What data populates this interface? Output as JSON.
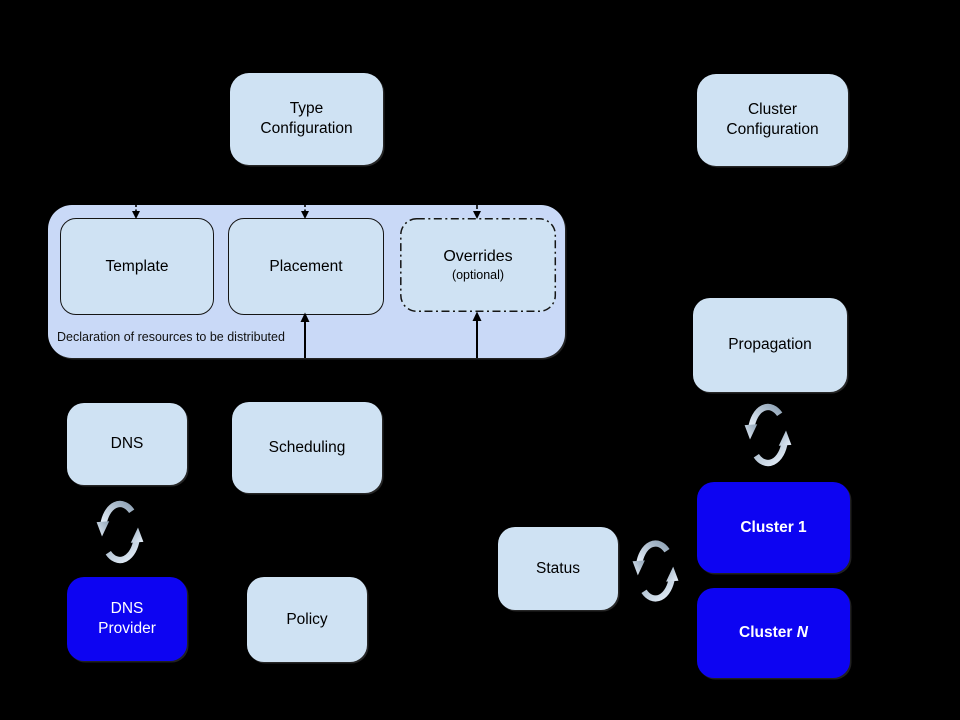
{
  "app": {
    "type": "federation-architecture-diagram"
  },
  "colors": {
    "background": "#000000",
    "container": "#c9d9f7",
    "light_box": "#cfe2f3",
    "blue_box": "#0d04f2",
    "text_dark": "#000000",
    "text_light": "#ffffff",
    "sync_icon_dark": "#8fa3b6",
    "sync_icon_light": "#e8f1fb"
  },
  "icons": {
    "sync": "circular-refresh-arrows",
    "arrow_down": "dashed-down-arrow",
    "arrow_up": "solid-up-arrow"
  },
  "nodes": {
    "type_configuration": {
      "label": "Type\nConfiguration"
    },
    "cluster_configuration": {
      "label": "Cluster\nConfiguration"
    },
    "resource_declaration": {
      "caption": "Declaration of resources to be distributed"
    },
    "template": {
      "label": "Template"
    },
    "placement": {
      "label": "Placement"
    },
    "overrides": {
      "label": "Overrides",
      "sublabel": "(optional)"
    },
    "dns": {
      "label": "DNS"
    },
    "scheduling": {
      "label": "Scheduling"
    },
    "dns_provider": {
      "label": "DNS\nProvider"
    },
    "policy": {
      "label": "Policy"
    },
    "propagation": {
      "label": "Propagation"
    },
    "status": {
      "label": "Status"
    },
    "cluster_1": {
      "label": "Cluster 1"
    },
    "cluster_n": {
      "label_prefix": "Cluster",
      "label_suffix": "N"
    }
  }
}
